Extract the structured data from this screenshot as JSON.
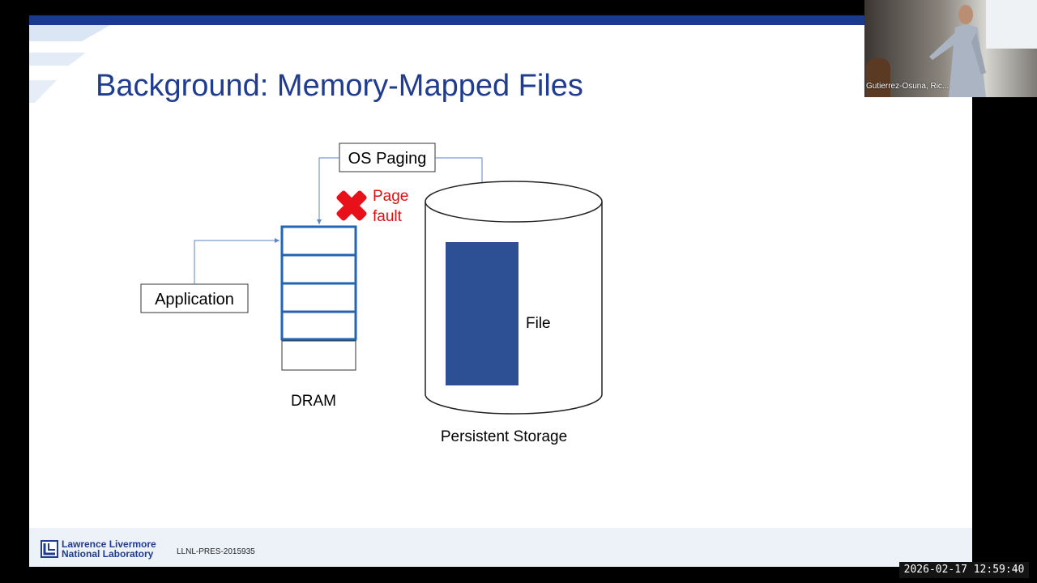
{
  "slide": {
    "title": "Background: Memory-Mapped Files",
    "diagram": {
      "os_paging_label": "OS Paging",
      "page_fault_line1": "Page",
      "page_fault_line2": "fault",
      "application_label": "Application",
      "dram_label": "DRAM",
      "file_label": "File",
      "storage_label": "Persistent Storage"
    },
    "footer": {
      "lab_line1": "Lawrence Livermore",
      "lab_line2": "National Laboratory",
      "pres_id": "LLNL-PRES-2015935"
    }
  },
  "webcam": {
    "participant_name": "Gutierrez-Osuna, Ric..."
  },
  "timestamp": "2026-02-17 12:59:40",
  "colors": {
    "title_blue": "#1f3c8f",
    "dram_blue": "#2166b3",
    "file_blue": "#2d4f93",
    "fault_red": "#e8111a",
    "fault_text_red": "#e01010",
    "arrow_blue": "#5b86c4"
  },
  "icons": {
    "page_fault": "red-x-icon",
    "lab_logo": "llnl-logo-icon"
  }
}
